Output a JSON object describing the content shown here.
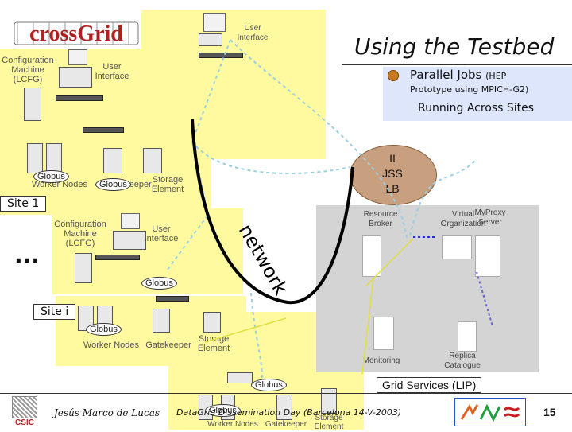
{
  "slide": {
    "title": "Using the Testbed",
    "page_number": "15",
    "footer_author": "Jesús Marco de Lucas",
    "footer_event": "DataGrid Dissemination Day (Barcelona 14-V-2003)"
  },
  "logo": {
    "text": "crossGrid",
    "csic_label": "CSIC"
  },
  "bullet": {
    "main": "Parallel Jobs",
    "paren": "(HEP",
    "sub": "Prototype using MPICH-G2)",
    "highlight": "Running Across Sites"
  },
  "services_bubble": {
    "line1": "II",
    "line2": "JSS",
    "line3": "LB"
  },
  "site1": {
    "label": "Site 1",
    "config_machine": "Configuration\nMachine\n(LCFG)",
    "user_interface": "User\nInterface",
    "worker_nodes": "Worker Nodes",
    "gatekeeper": "Gatekeeper",
    "storage": "Storage\nElement",
    "globus1": "Globus",
    "globus2": "Globus"
  },
  "top_user_interface": "User\nInterface",
  "ellipsis": "...",
  "site_mid": {
    "config_machine": "Configuration\nMachine\n(LCFG)",
    "user_interface": "User\nInterface",
    "globus": "Globus"
  },
  "site_i": {
    "label": "Site i",
    "globus": "Globus",
    "worker_nodes": "Worker Nodes",
    "gatekeeper": "Gatekeeper",
    "storage": "Storage\nElement"
  },
  "bottom_site": {
    "globus1": "Globus",
    "globus2": "Globus",
    "worker_nodes": "Worker Nodes",
    "gatekeeper": "Gatekeeper",
    "storage": "Storage",
    "storage2": "Element"
  },
  "network_label": "network",
  "grid_services": {
    "resource_broker": "Resource\nBroker",
    "virtual_org": "Virtual\nOrganization",
    "myproxy": "MyProxy\nServer",
    "monitoring": "Monitoring",
    "replica": "Replica\nCatalogue",
    "caption": "Grid Services (LIP)"
  },
  "colors": {
    "site_bg": "#fffaa0",
    "services_bg": "#d4d4d4",
    "bubble": "#c8a080",
    "highlight_bg": "#d8e4ff",
    "network_curve": "#000000"
  }
}
